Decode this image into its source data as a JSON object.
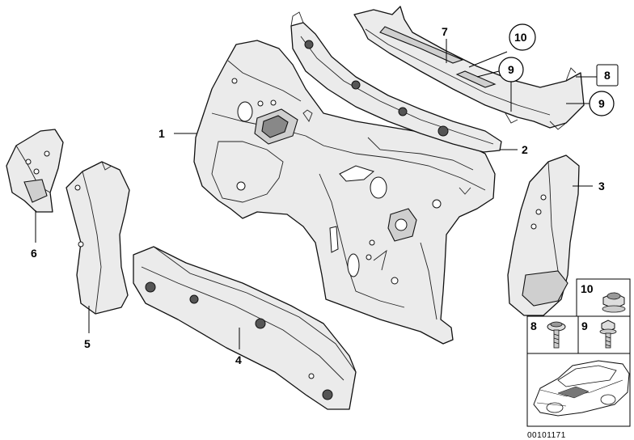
{
  "callouts": {
    "c1": "1",
    "c2": "2",
    "c3": "3",
    "c4": "4",
    "c5": "5",
    "c6": "6",
    "c7": "7",
    "c8": "8",
    "c9a": "9",
    "c9b": "9",
    "c10": "10"
  },
  "legend": {
    "nut_label": "10",
    "screw_label": "8",
    "bolt_label": "9"
  },
  "reference_number": "00101171"
}
